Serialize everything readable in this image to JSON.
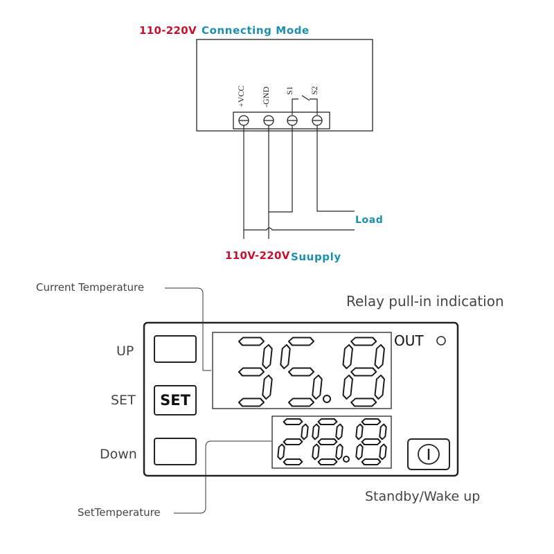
{
  "wiring": {
    "voltage_label": "110-220V",
    "mode_label": "Connecting Mode",
    "terminals": [
      "+VCC",
      "-GND",
      "S1",
      "S2"
    ],
    "load_label": "Load",
    "supply_voltage_label": "110V-220V",
    "supply_label": "Suupply"
  },
  "panel": {
    "current_temperature_label": "Current Temperature",
    "relay_indication_label": "Relay pull-in indication",
    "out_label": "OUT",
    "up_label": "UP",
    "set_label": "SET",
    "down_label": "Down",
    "set_button_label": "SET",
    "current_display": "35.8",
    "set_display": "28.8",
    "standby_label": "Standby/Wake up",
    "set_temperature_label": "SetTemperature"
  },
  "colors": {
    "red": "#c8102e",
    "teal": "#1a8fb0",
    "line": "#222222"
  }
}
